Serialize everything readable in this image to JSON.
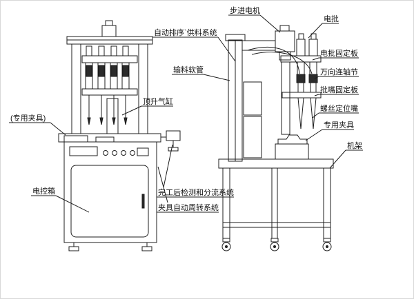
{
  "callouts": {
    "stepper_motor": "步进电机",
    "electric_screwdriver": "电批",
    "auto_feed_system": "自动排序`供料系统",
    "screwdriver_plate": "电批固定板",
    "feed_hose": "输料软管",
    "universal_joint": "万向连轴节",
    "bit_plate": "批嘴固定板",
    "lift_cylinder": "顶升气缸",
    "screw_nozzle": "螺丝定位嘴",
    "special_fixture_left": "(专用夹具)",
    "special_fixture_right": "专用夹具",
    "frame": "机架",
    "control_box": "电控箱",
    "detection_system": "完工后检测和分流系统",
    "fixture_turnover": "夹具自动周转系统"
  },
  "colors": {
    "line": "#1c1c1c",
    "dark_fill": "#2b2b2b",
    "background": "#ffffff"
  }
}
